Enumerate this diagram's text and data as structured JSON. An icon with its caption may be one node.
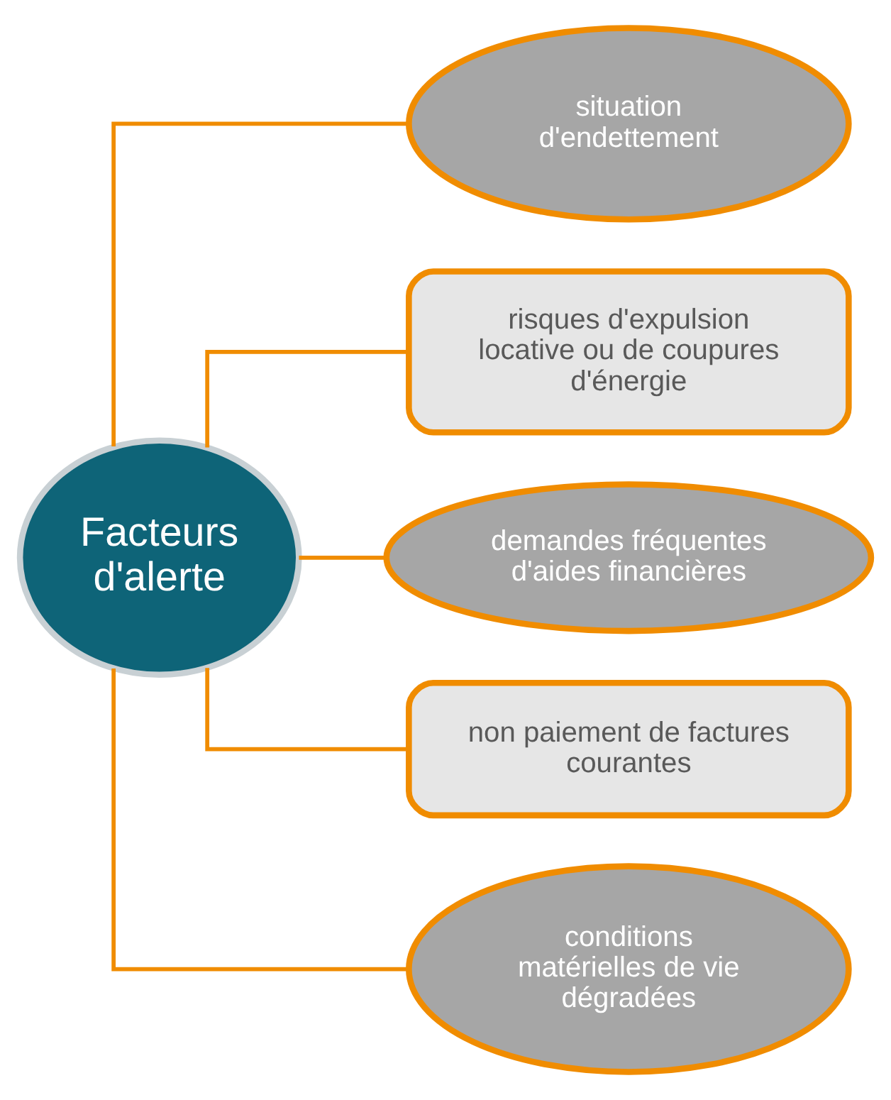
{
  "diagram": {
    "nodes": [
      {
        "text": [
          "Facteurs d'alerte"
        ]
      },
      {
        "text": [
          "situation d'endettement"
        ]
      },
      {
        "text": [
          "risques d'expulsion locative ou de coupures d'énergie"
        ]
      },
      {
        "text": [
          "demandes fréquentes d'aides financières"
        ]
      },
      {
        "text": [
          "non paiement de factures courantes"
        ]
      },
      {
        "text": [
          "conditions matérielles de vie dégradées"
        ]
      }
    ],
    "edges": [
      {
        "from": 0,
        "to": 1,
        "arrow": "none"
      },
      {
        "from": 0,
        "to": 2,
        "arrow": "none"
      },
      {
        "from": 0,
        "to": 3,
        "arrow": "none"
      },
      {
        "from": 0,
        "to": 4,
        "arrow": "none"
      },
      {
        "from": 0,
        "to": 5,
        "arrow": "none"
      }
    ]
  }
}
